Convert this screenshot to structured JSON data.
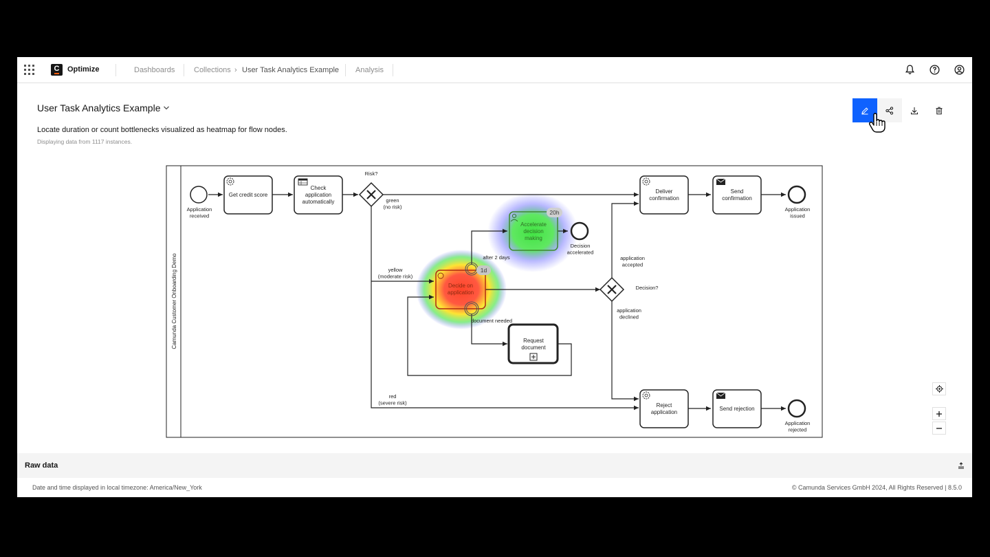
{
  "app": {
    "name": "Optimize",
    "logo_letter": "C"
  },
  "nav": {
    "dashboards": "Dashboards",
    "collections": "Collections",
    "separator": "›",
    "report": "User Task Analytics Example",
    "analysis": "Analysis"
  },
  "report": {
    "title": "User Task Analytics Example",
    "description": "Locate duration or count bottlenecks visualized as heatmap for flow nodes.",
    "instances_info": "Displaying data from 1117 instances."
  },
  "diagram": {
    "pool_label": "Camunda Customer Onboarding Demo",
    "nodes": {
      "start": "Application\nreceived",
      "credit": "Get credit score",
      "check": "Check\napplication\nautomatically",
      "risk_gateway": "Risk?",
      "accelerate": "Accelerate\ndecision\nmaking",
      "accelerate_badge": "20h",
      "decision_accelerated": "Decision\naccelerated",
      "decide": "Decide on\napplication",
      "decide_badge": "1d",
      "request": "Request\ndocument",
      "decision_gateway": "Decision?",
      "deliver": "Deliver\nconfirmation",
      "send_conf": "Send\nconfirmation",
      "issued": "Application\nissued",
      "reject": "Reject\napplication",
      "send_rej": "Send rejection",
      "rejected": "Application\nrejected"
    },
    "flows": {
      "green": "green\n(no risk)",
      "yellow": "yellow\n(moderate risk)",
      "red": "red\n(severe risk)",
      "after": "after 2 days",
      "doc_needed": "document needed",
      "accepted": "application\naccepted",
      "declined": "application\ndeclined"
    }
  },
  "raw_data": {
    "label": "Raw data"
  },
  "footer": {
    "timezone": "Date and time displayed in local timezone: America/New_York",
    "copyright": "© Camunda Services GmbH 2024, All Rights Reserved | 8.5.0"
  },
  "heatmap_colors": {
    "hot": "#ff3b1f",
    "warm": "#ffdd00",
    "cool": "#38e23a",
    "cold": "#3c3cff"
  }
}
